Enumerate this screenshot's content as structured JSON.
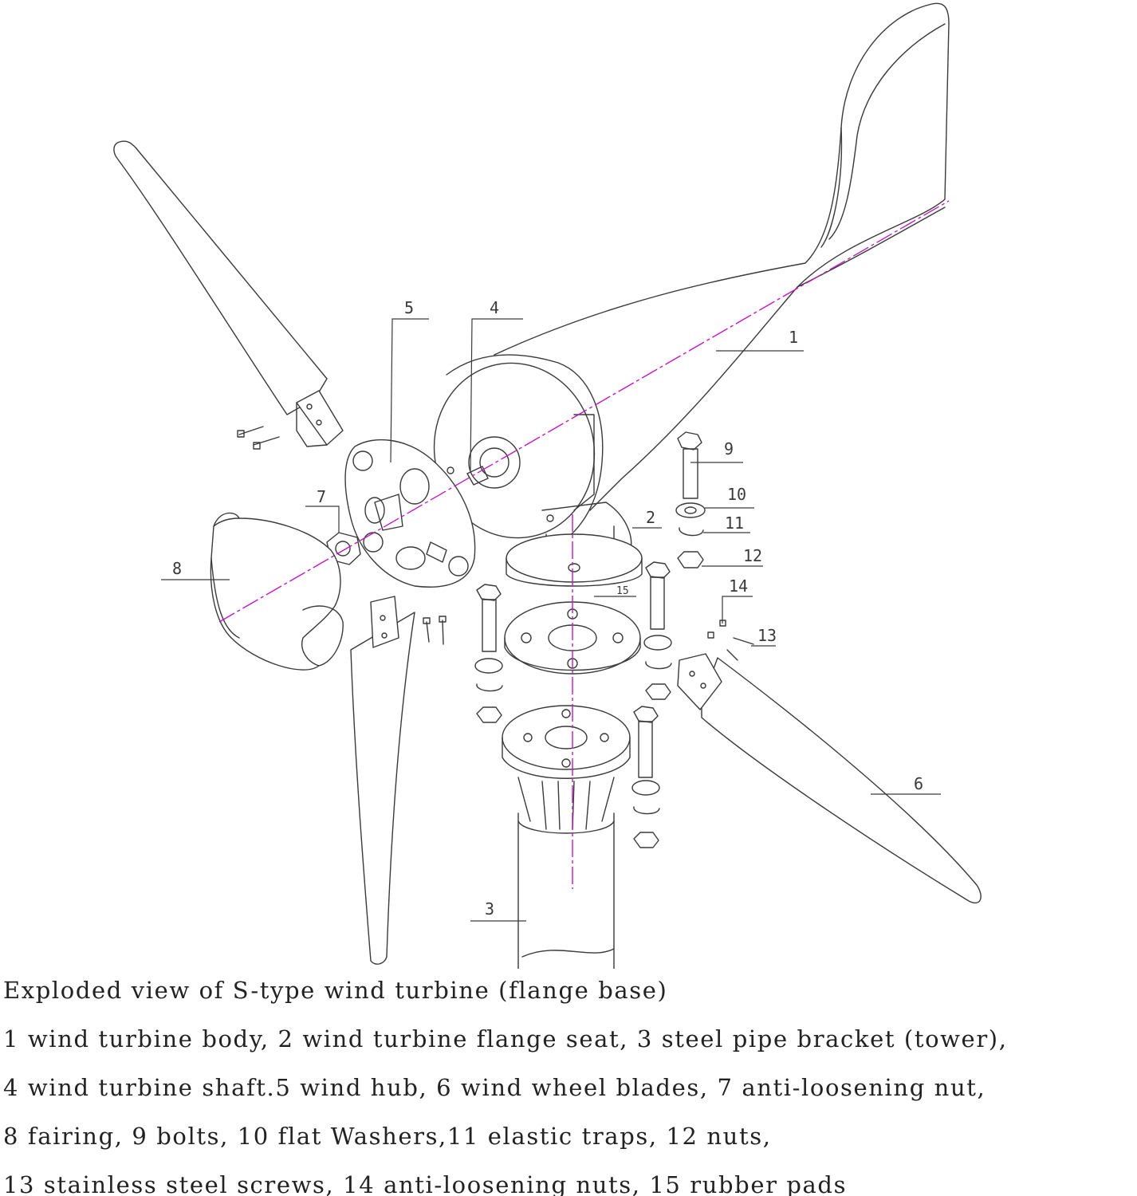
{
  "part_labels": [
    {
      "id": "1",
      "text": "1"
    },
    {
      "id": "2",
      "text": "2"
    },
    {
      "id": "3",
      "text": "3"
    },
    {
      "id": "4",
      "text": "4"
    },
    {
      "id": "5",
      "text": "5"
    },
    {
      "id": "6",
      "text": "6"
    },
    {
      "id": "7",
      "text": "7"
    },
    {
      "id": "8",
      "text": "8"
    },
    {
      "id": "9",
      "text": "9"
    },
    {
      "id": "10",
      "text": "10"
    },
    {
      "id": "11",
      "text": "11"
    },
    {
      "id": "12",
      "text": "12"
    },
    {
      "id": "13",
      "text": "13"
    },
    {
      "id": "14",
      "text": "14"
    },
    {
      "id": "15",
      "text": "15"
    }
  ],
  "caption": {
    "title": "Exploded view of S-type wind turbine (flange base)",
    "line1": "1 wind turbine body, 2 wind turbine flange seat, 3 steel pipe bracket (tower),",
    "line2": "4 wind turbine shaft.5 wind hub, 6 wind wheel blades, 7 anti-loosening nut,",
    "line3": "8 fairing, 9 bolts, 10 flat Washers,11 elastic traps, 12 nuts,",
    "line4": "13 stainless steel screws, 14 anti-loosening nuts, 15 rubber pads"
  },
  "colors": {
    "line": "#3a3a3a",
    "axis": "#c218c2",
    "text": "#222222"
  }
}
